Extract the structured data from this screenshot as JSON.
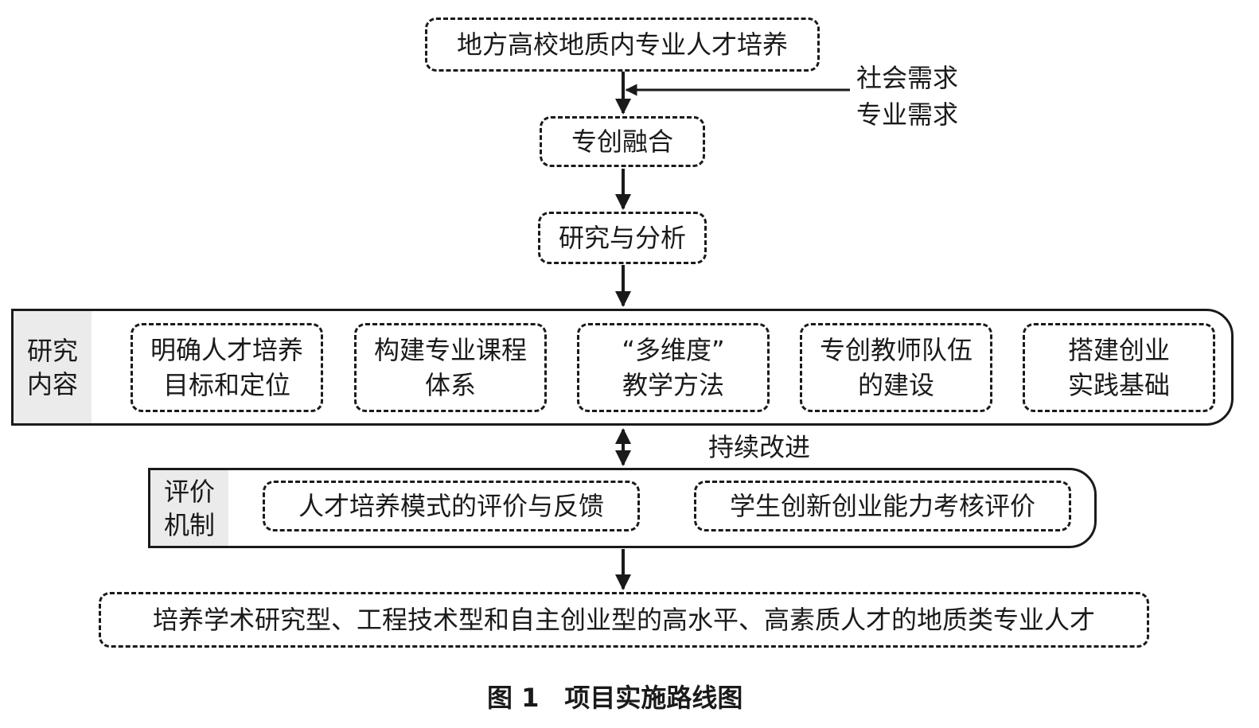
{
  "top_box": "地方高校地质内专业人才培养",
  "needs": [
    "社会需求",
    "专业需求"
  ],
  "fusion_box": "专创融合",
  "analysis_box": "研究与分析",
  "research": {
    "label": [
      "研究",
      "内容"
    ],
    "items": [
      [
        "明确人才培养",
        "目标和定位"
      ],
      [
        "构建专业课程",
        "体系"
      ],
      [
        "“多维度”",
        "教学方法"
      ],
      [
        "专创教师队伍",
        "的建设"
      ],
      [
        "搭建创业",
        "实践基础"
      ]
    ]
  },
  "improve_label": "持续改进",
  "evaluation": {
    "label": [
      "评价",
      "机制"
    ],
    "items": [
      "人才培养模式的评价与反馈",
      "学生创新创业能力考核评价"
    ]
  },
  "output_box": "培养学术研究型、工程技术型和自主创业型的高水平、高素质人才的地质类专业人才",
  "caption": "图 1　项目实施路线图"
}
